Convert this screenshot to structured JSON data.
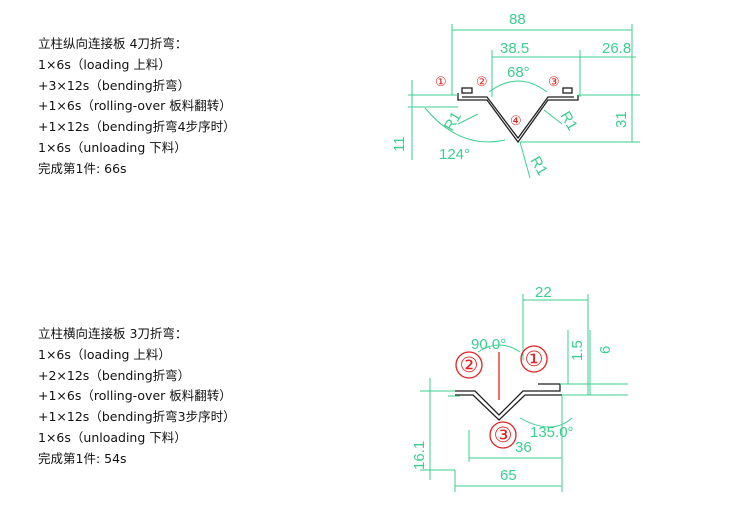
{
  "process1": {
    "title": "立柱纵向连接板 4刀折弯：",
    "steps": [
      "1×6s（loading 上料）",
      "+3×12s（bending折弯）",
      "+1×6s（rolling-over 板料翻转）",
      "+1×12s（bending折弯4步序时）",
      "1×6s（unloading 下料）"
    ],
    "total": "完成第1件: 66s"
  },
  "process2": {
    "title": "立柱横向连接板 3刀折弯：",
    "steps": [
      "1×6s（loading 上料）",
      "+2×12s（bending折弯）",
      "+1×6s（rolling-over 板料翻转）",
      "+1×12s（bending折弯3步序时）",
      "1×6s（unloading 下料）"
    ],
    "total": "完成第1件: 54s"
  },
  "drawing1": {
    "dims": {
      "width": "88",
      "span": "38.5",
      "right": "26.8",
      "angle_top": "68°",
      "angle_side": "124°",
      "height_left": "11",
      "height_right": "31",
      "r_left": "R1",
      "r_mid": "R1",
      "r_bottom": "R1"
    },
    "markers": [
      "①",
      "②",
      "③",
      "④"
    ]
  },
  "drawing2": {
    "dims": {
      "top": "22",
      "angle_left": "90.0°",
      "h_small": "1.5",
      "h_right": "6",
      "angle_right": "135.0°",
      "height_left": "16.1",
      "inner": "36",
      "width": "65"
    },
    "markers": [
      "①",
      "②",
      "③"
    ]
  }
}
